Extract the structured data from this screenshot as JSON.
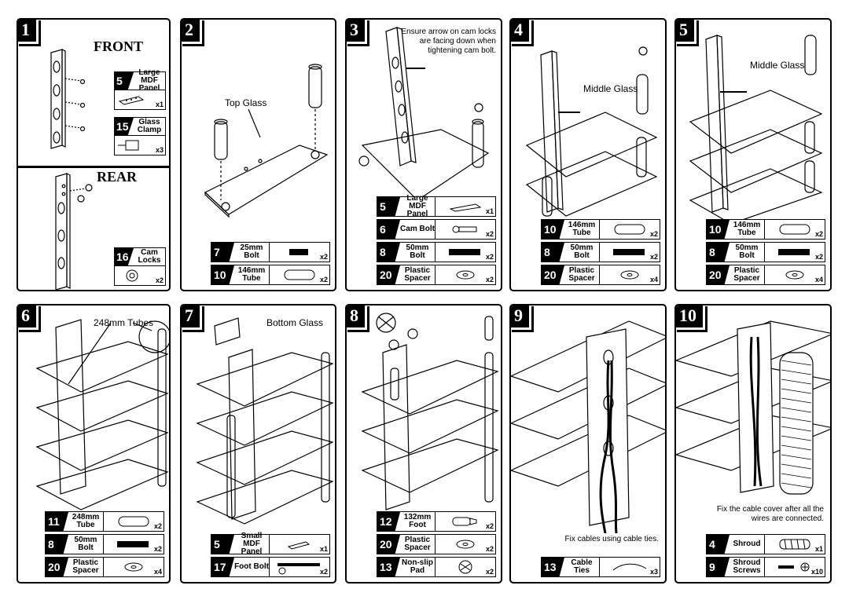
{
  "steps": [
    {
      "num": "1",
      "front": "FRONT",
      "rear": "REAR",
      "parts": [
        {
          "num": "5",
          "name": "Large MDF Panel",
          "qty": "x1",
          "icon": "panel-icon"
        },
        {
          "num": "15",
          "name": "Glass Clamp",
          "qty": "x3",
          "icon": "clamp-icon"
        },
        {
          "num": "16",
          "name": "Cam Locks",
          "qty": "x2",
          "icon": "cam-lock-icon"
        }
      ]
    },
    {
      "num": "2",
      "label": "Top Glass",
      "parts": [
        {
          "num": "7",
          "name": "25mm Bolt",
          "qty": "x2",
          "icon": "bolt-icon"
        },
        {
          "num": "10",
          "name": "146mm Tube",
          "qty": "x2",
          "icon": "tube-icon"
        }
      ]
    },
    {
      "num": "3",
      "note": "Ensure arrow on cam locks are facing down when tightening cam bolt.",
      "parts": [
        {
          "num": "5",
          "name": "Large MDF Panel",
          "qty": "x1",
          "icon": "panel-icon"
        },
        {
          "num": "6",
          "name": "Cam Bolt",
          "qty": "x2",
          "icon": "cam-bolt-icon"
        },
        {
          "num": "8",
          "name": "50mm Bolt",
          "qty": "x2",
          "icon": "bolt-icon"
        },
        {
          "num": "20",
          "name": "Plastic Spacer",
          "qty": "x2",
          "icon": "spacer-icon"
        }
      ]
    },
    {
      "num": "4",
      "label": "Middle Glass",
      "parts": [
        {
          "num": "10",
          "name": "146mm Tube",
          "qty": "x2",
          "icon": "tube-icon"
        },
        {
          "num": "8",
          "name": "50mm Bolt",
          "qty": "x2",
          "icon": "bolt-icon"
        },
        {
          "num": "20",
          "name": "Plastic Spacer",
          "qty": "x4",
          "icon": "spacer-icon"
        }
      ]
    },
    {
      "num": "5",
      "label": "Middle Glass",
      "parts": [
        {
          "num": "10",
          "name": "146mm Tube",
          "qty": "x2",
          "icon": "tube-icon"
        },
        {
          "num": "8",
          "name": "50mm Bolt",
          "qty": "x2",
          "icon": "bolt-icon"
        },
        {
          "num": "20",
          "name": "Plastic Spacer",
          "qty": "x4",
          "icon": "spacer-icon"
        }
      ]
    },
    {
      "num": "6",
      "label": "248mm Tubes",
      "parts": [
        {
          "num": "11",
          "name": "248mm Tube",
          "qty": "x2",
          "icon": "tube-icon"
        },
        {
          "num": "8",
          "name": "50mm Bolt",
          "qty": "x2",
          "icon": "bolt-icon"
        },
        {
          "num": "20",
          "name": "Plastic Spacer",
          "qty": "x4",
          "icon": "spacer-icon"
        }
      ]
    },
    {
      "num": "7",
      "label": "Bottom Glass",
      "parts": [
        {
          "num": "5",
          "name": "Small MDF Panel",
          "qty": "x1",
          "icon": "panel-icon"
        },
        {
          "num": "17",
          "name": "Foot Bolt",
          "qty": "x2",
          "icon": "foot-bolt-icon"
        }
      ]
    },
    {
      "num": "8",
      "parts": [
        {
          "num": "12",
          "name": "132mm Foot",
          "qty": "x2",
          "icon": "foot-icon"
        },
        {
          "num": "20",
          "name": "Plastic Spacer",
          "qty": "x2",
          "icon": "spacer-icon"
        },
        {
          "num": "13",
          "name": "Non-slip Pad",
          "qty": "x2",
          "icon": "pad-icon"
        }
      ]
    },
    {
      "num": "9",
      "note": "Fix cables using cable ties.",
      "parts": [
        {
          "num": "13",
          "name": "Cable Ties",
          "qty": "x3",
          "icon": "cable-tie-icon"
        }
      ]
    },
    {
      "num": "10",
      "note": "Fix the cable cover after all the wires are connected.",
      "parts": [
        {
          "num": "4",
          "name": "Shroud",
          "qty": "x1",
          "icon": "shroud-icon"
        },
        {
          "num": "9",
          "name": "Shroud Screws",
          "qty": "x10",
          "icon": "screw-icon"
        }
      ]
    }
  ]
}
